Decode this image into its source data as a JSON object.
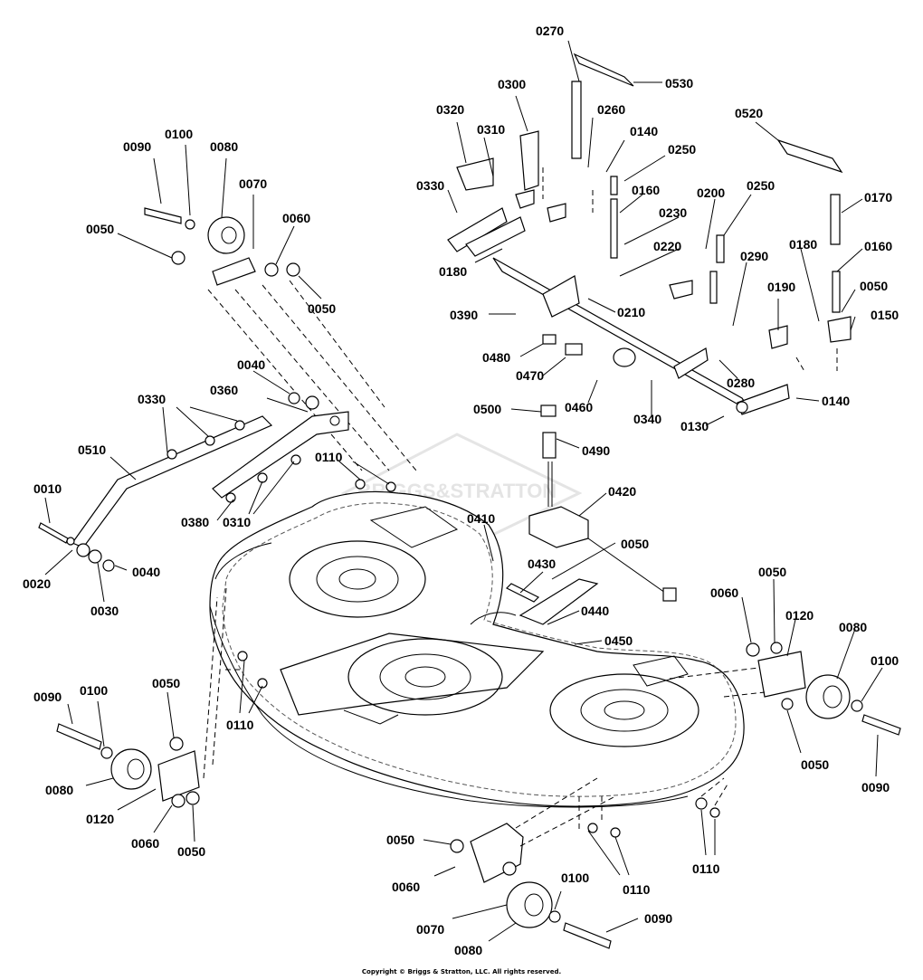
{
  "copyright": "Copyright © Briggs & Stratton, LLC. All rights reserved.",
  "watermark": "BRIGGS&STRATTON",
  "callouts": {
    "c0270": "0270",
    "c0530": "0530",
    "c0300": "0300",
    "c0320": "0320",
    "c0260": "0260",
    "c0140a": "0140",
    "c0310a": "0310",
    "c0250a": "0250",
    "c0520": "0520",
    "c0330a": "0330",
    "c0160a": "0160",
    "c0200": "0200",
    "c0250b": "0250",
    "c0170": "0170",
    "c0230": "0230",
    "c0180a": "0180",
    "c0160b": "0160",
    "c0220": "0220",
    "c0290": "0290",
    "c0180b": "0180",
    "c0050a": "0050",
    "c0190": "0190",
    "c0210": "0210",
    "c0390": "0390",
    "c0150": "0150",
    "c0480": "0480",
    "c0470": "0470",
    "c0280": "0280",
    "c0460": "0460",
    "c0340": "0340",
    "c0140b": "0140",
    "c0130": "0130",
    "c0500": "0500",
    "c0490": "0490",
    "c0090a": "0090",
    "c0100a": "0100",
    "c0080a": "0080",
    "c0070a": "0070",
    "c0050b": "0050",
    "c0060a": "0060",
    "c0050c": "0050",
    "c0040a": "0040",
    "c0330b": "0330",
    "c0360": "0360",
    "c0510": "0510",
    "c0110a": "0110",
    "c0010": "0010",
    "c0380": "0380",
    "c0310b": "0310",
    "c0020": "0020",
    "c0040b": "0040",
    "c0030": "0030",
    "c0420": "0420",
    "c0410": "0410",
    "c0050d": "0050",
    "c0430": "0430",
    "c0440": "0440",
    "c0450": "0450",
    "c0050e": "0050",
    "c0060b": "0060",
    "c0120a": "0120",
    "c0080b": "0080",
    "c0100b": "0100",
    "c0050f": "0050",
    "c0090b": "0090",
    "c0090c": "0090",
    "c0100c": "0100",
    "c0050g": "0050",
    "c0110b": "0110",
    "c0080c": "0080",
    "c0120b": "0120",
    "c0060c": "0060",
    "c0050h": "0050",
    "c0050i": "0050",
    "c0060d": "0060",
    "c0100d": "0100",
    "c0070b": "0070",
    "c0090d": "0090",
    "c0080d": "0080",
    "c0110c": "0110",
    "c0110d": "0110"
  }
}
